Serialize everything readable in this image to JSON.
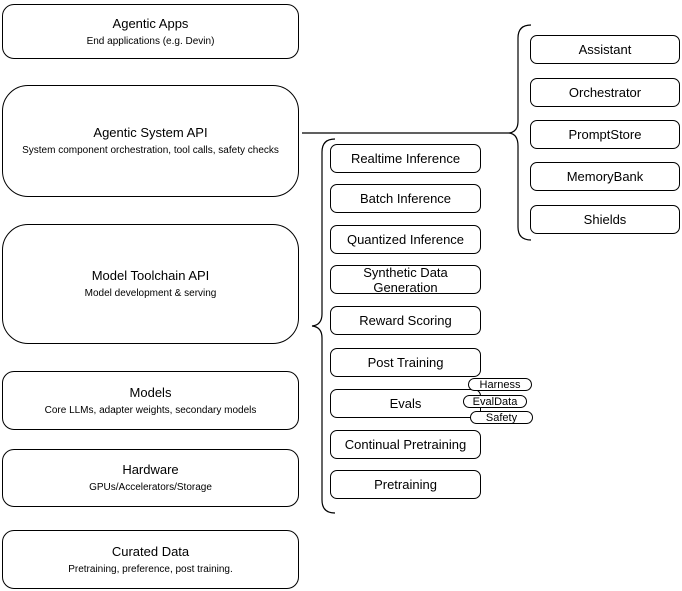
{
  "diagram": {
    "colors": {
      "border": "#000000",
      "background": "#ffffff",
      "text": "#000000"
    },
    "left_stack": [
      {
        "title": "Agentic Apps",
        "subtitle": "End applications (e.g. Devin)"
      },
      {
        "title": "Agentic System API",
        "subtitle": "System component orchestration, tool calls, safety checks"
      },
      {
        "title": "Model Toolchain API",
        "subtitle": "Model development & serving"
      },
      {
        "title": "Models",
        "subtitle": "Core LLMs, adapter weights, secondary models"
      },
      {
        "title": "Hardware",
        "subtitle": "GPUs/Accelerators/Storage"
      },
      {
        "title": "Curated Data",
        "subtitle": "Pretraining, preference, post training."
      }
    ],
    "toolchain_items": [
      "Realtime Inference",
      "Batch Inference",
      "Quantized Inference",
      "Synthetic Data Generation",
      "Reward Scoring",
      "Post Training",
      "Evals",
      "Continual Pretraining",
      "Pretraining"
    ],
    "evals_tags": [
      "Harness",
      "EvalData",
      "Safety"
    ],
    "system_components": [
      "Assistant",
      "Orchestrator",
      "PromptStore",
      "MemoryBank",
      "Shields"
    ]
  }
}
